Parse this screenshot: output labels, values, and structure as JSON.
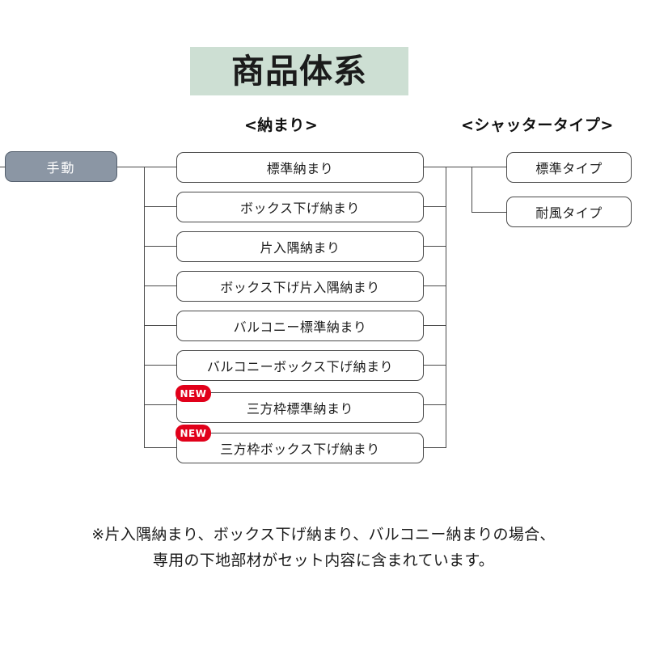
{
  "title": {
    "text": "商品体系",
    "banner_color": "#cddfd3"
  },
  "headers": {
    "osamari": "<納まり>",
    "shutter": "<シャッタータイプ>"
  },
  "root": {
    "label": "手動",
    "fill_color": "#8b96a4",
    "text_color": "#ffffff"
  },
  "osamari_items": [
    {
      "label": "標準納まり",
      "is_new": false
    },
    {
      "label": "ボックス下げ納まり",
      "is_new": false
    },
    {
      "label": "片入隅納まり",
      "is_new": false
    },
    {
      "label": "ボックス下げ片入隅納まり",
      "is_new": false
    },
    {
      "label": "バルコニー標準納まり",
      "is_new": false
    },
    {
      "label": "バルコニーボックス下げ納まり",
      "is_new": false
    },
    {
      "label": "三方枠標準納まり",
      "is_new": true
    },
    {
      "label": "三方枠ボックス下げ納まり",
      "is_new": true
    }
  ],
  "shutter_items": [
    {
      "label": "標準タイプ"
    },
    {
      "label": "耐風タイプ"
    }
  ],
  "badge": {
    "label": "NEW",
    "color": "#e1001a"
  },
  "footnote": {
    "line1": "※片入隅納まり、ボックス下げ納まり、バルコニー納まりの場合、",
    "line2": "専用の下地部材がセット内容に含まれています。"
  }
}
